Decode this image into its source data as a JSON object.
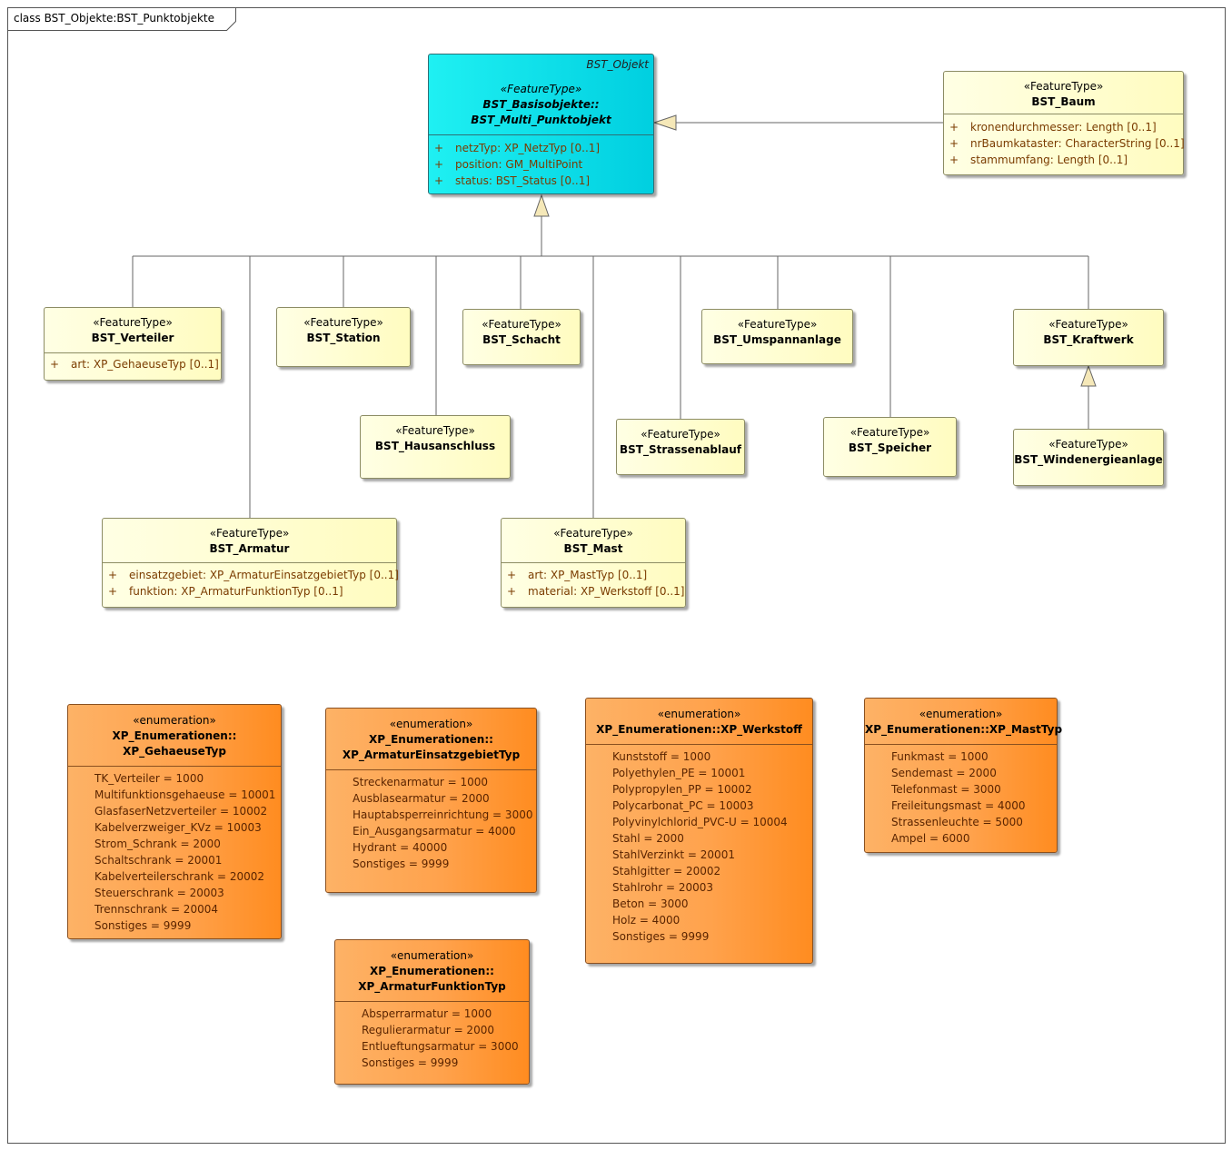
{
  "frame": {
    "title": "class BST_Objekte:BST_Punktobjekte"
  },
  "abstract": {
    "tag": "BST_Objekt",
    "stereotype": "«FeatureType»",
    "name1": "BST_Basisobjekte::",
    "name2": "BST_Multi_Punktobjekt",
    "attrs": [
      "netzTyp: XP_NetzTyp [0..1]",
      "position: GM_MultiPoint",
      "status: BST_Status [0..1]"
    ]
  },
  "baum": {
    "stereotype": "«FeatureType»",
    "name": "BST_Baum",
    "attrs": [
      "kronendurchmesser: Length [0..1]",
      "nrBaumkataster: CharacterString [0..1]",
      "stammumfang: Length [0..1]"
    ]
  },
  "verteiler": {
    "stereotype": "«FeatureType»",
    "name": "BST_Verteiler",
    "attrs": [
      "art: XP_GehaeuseTyp [0..1]"
    ]
  },
  "station": {
    "stereotype": "«FeatureType»",
    "name": "BST_Station"
  },
  "schacht": {
    "stereotype": "«FeatureType»",
    "name": "BST_Schacht"
  },
  "umspann": {
    "stereotype": "«FeatureType»",
    "name": "BST_Umspannanlage"
  },
  "kraftwerk": {
    "stereotype": "«FeatureType»",
    "name": "BST_Kraftwerk"
  },
  "hausanschluss": {
    "stereotype": "«FeatureType»",
    "name": "BST_Hausanschluss"
  },
  "strassenablauf": {
    "stereotype": "«FeatureType»",
    "name": "BST_Strassenablauf"
  },
  "speicher": {
    "stereotype": "«FeatureType»",
    "name": "BST_Speicher"
  },
  "wind": {
    "stereotype": "«FeatureType»",
    "name": "BST_Windenergieanlage"
  },
  "armatur": {
    "stereotype": "«FeatureType»",
    "name": "BST_Armatur",
    "attrs": [
      "einsatzgebiet: XP_ArmaturEinsatzgebietTyp [0..1]",
      "funktion: XP_ArmaturFunktionTyp [0..1]"
    ]
  },
  "mast": {
    "stereotype": "«FeatureType»",
    "name": "BST_Mast",
    "attrs": [
      "art: XP_MastTyp [0..1]",
      "material: XP_Werkstoff [0..1]"
    ]
  },
  "gehaeuse": {
    "stereotype": "«enumeration»",
    "name1": "XP_Enumerationen::",
    "name2": "XP_GehaeuseTyp",
    "literals": [
      "TK_Verteiler = 1000",
      "Multifunktionsgehaeuse = 10001",
      "GlasfaserNetzverteiler = 10002",
      "Kabelverzweiger_KVz = 10003",
      "Strom_Schrank = 2000",
      "Schaltschrank = 20001",
      "Kabelverteilerschrank = 20002",
      "Steuerschrank = 20003",
      "Trennschrank = 20004",
      "Sonstiges = 9999"
    ]
  },
  "einsatz": {
    "stereotype": "«enumeration»",
    "name1": "XP_Enumerationen::",
    "name2": "XP_ArmaturEinsatzgebietTyp",
    "literals": [
      "Streckenarmatur = 1000",
      "Ausblasearmatur = 2000",
      "Hauptabsperreinrichtung = 3000",
      "Ein_Ausgangsarmatur = 4000",
      "Hydrant = 40000",
      "Sonstiges = 9999"
    ]
  },
  "werkstoff": {
    "stereotype": "«enumeration»",
    "name": "XP_Enumerationen::XP_Werkstoff",
    "literals": [
      "Kunststoff = 1000",
      "Polyethylen_PE = 10001",
      "Polypropylen_PP = 10002",
      "Polycarbonat_PC = 10003",
      "Polyvinylchlorid_PVC-U = 10004",
      "Stahl = 2000",
      "StahlVerzinkt = 20001",
      "Stahlgitter = 20002",
      "Stahlrohr = 20003",
      "Beton = 3000",
      "Holz = 4000",
      "Sonstiges = 9999"
    ]
  },
  "masttyp": {
    "stereotype": "«enumeration»",
    "name": "XP_Enumerationen::XP_MastTyp",
    "literals": [
      "Funkmast = 1000",
      "Sendemast = 2000",
      "Telefonmast = 3000",
      "Freileitungsmast = 4000",
      "Strassenleuchte = 5000",
      "Ampel = 6000"
    ]
  },
  "funktion": {
    "stereotype": "«enumeration»",
    "name1": "XP_Enumerationen::",
    "name2": "XP_ArmaturFunktionTyp",
    "literals": [
      "Absperrarmatur = 1000",
      "Regulierarmatur = 2000",
      "Entlueftungsarmatur = 3000",
      "Sonstiges = 9999"
    ]
  }
}
